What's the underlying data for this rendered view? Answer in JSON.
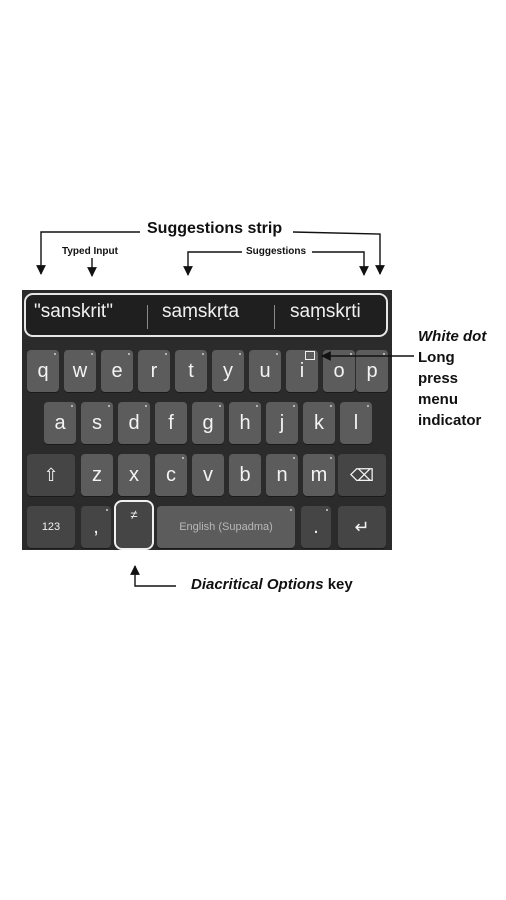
{
  "annotations": {
    "strip_title": "Suggestions strip",
    "typed_input": "Typed Input",
    "suggestions": "Suggestions",
    "white_dot": "White dot",
    "long": "Long",
    "press": "press",
    "menu": "menu",
    "indicator": "indicator",
    "diacritical": "Diacritical Options",
    "key_word": " key"
  },
  "suggestions": [
    "\"sanskrit\"",
    "saṃskṛta",
    "saṃskṛti"
  ],
  "rows": {
    "row1": [
      "q",
      "w",
      "e",
      "r",
      "t",
      "y",
      "u",
      "i",
      "o",
      "p"
    ],
    "row2": [
      "a",
      "s",
      "d",
      "f",
      "g",
      "h",
      "j",
      "k",
      "l"
    ],
    "row3": [
      "z",
      "x",
      "c",
      "v",
      "b",
      "n",
      "m"
    ]
  },
  "keys": {
    "shift": "⇧",
    "backspace": "⌫",
    "numbers": "123",
    "comma": ",",
    "diacritic": "≠",
    "space": "English (Supadma)",
    "period": ".",
    "enter": "↵"
  },
  "colors": {
    "keyboard_bg": "#2b2b2b",
    "key_bg": "#5c5c5c",
    "accent": "#f0f0f0"
  }
}
